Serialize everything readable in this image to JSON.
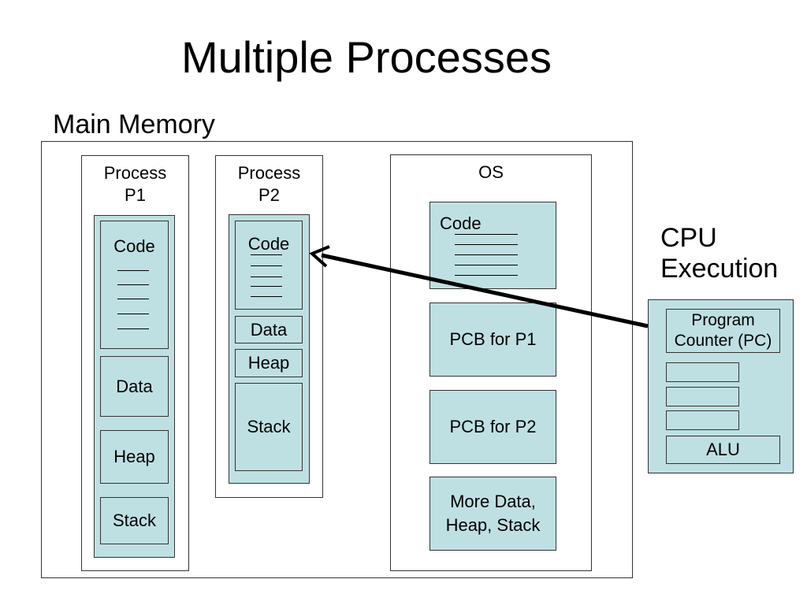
{
  "title": "Multiple Processes",
  "main_memory_label": "Main Memory",
  "process_p1": {
    "label": "Process P1",
    "code": "Code",
    "data": "Data",
    "heap": "Heap",
    "stack": "Stack"
  },
  "process_p2": {
    "label": "Process P2",
    "code": "Code",
    "data": "Data",
    "heap": "Heap",
    "stack": "Stack"
  },
  "os": {
    "label": "OS",
    "code": "Code",
    "pcb_p1": "PCB for P1",
    "pcb_p2": "PCB for P2",
    "more": "More Data, Heap, Stack"
  },
  "cpu": {
    "label": "CPU Execution",
    "pc": "Program Counter (PC)",
    "alu": "ALU"
  },
  "colors": {
    "fill": "#bfe0e3",
    "border": "#333333",
    "arrow": "#000000"
  }
}
